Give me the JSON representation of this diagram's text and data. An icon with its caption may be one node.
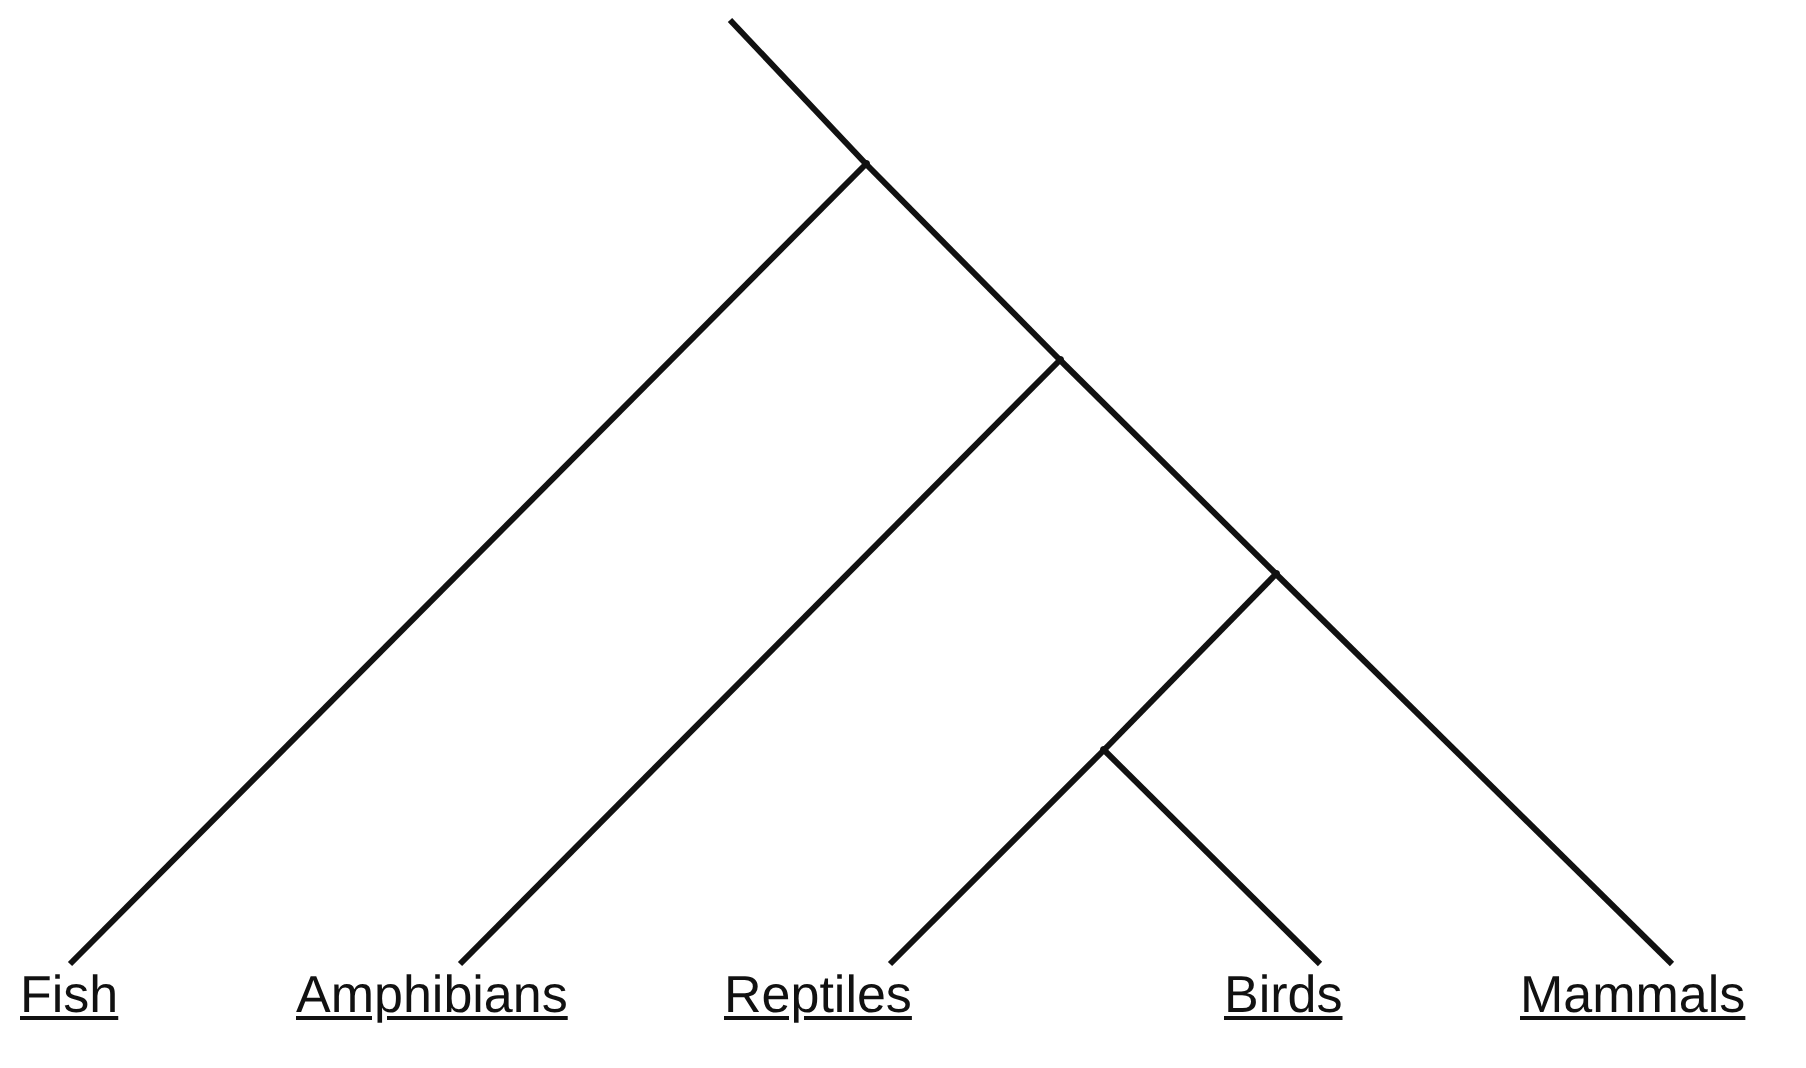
{
  "diagram": {
    "nodes": [
      {
        "text": [
          "Fish"
        ]
      },
      {
        "text": [
          "Amphibians"
        ]
      },
      {
        "text": [
          "Reptiles"
        ]
      },
      {
        "text": [
          "Birds"
        ]
      },
      {
        "text": [
          "Mammals"
        ]
      },
      {
        "text": [],
        "shape": "point"
      },
      {
        "text": [],
        "shape": "point"
      },
      {
        "text": [],
        "shape": "point"
      },
      {
        "text": [],
        "shape": "point"
      }
    ],
    "edges": [
      {
        "from": null,
        "to": 5,
        "arrow": "none"
      },
      {
        "from": 5,
        "to": 0,
        "arrow": "none"
      },
      {
        "from": 5,
        "to": 6,
        "arrow": "none"
      },
      {
        "from": 6,
        "to": 1,
        "arrow": "none"
      },
      {
        "from": 6,
        "to": 7,
        "arrow": "none"
      },
      {
        "from": 7,
        "to": 8,
        "arrow": "none"
      },
      {
        "from": 7,
        "to": 4,
        "arrow": "none"
      },
      {
        "from": 8,
        "to": 2,
        "arrow": "none"
      },
      {
        "from": 8,
        "to": 3,
        "arrow": "none"
      }
    ]
  }
}
